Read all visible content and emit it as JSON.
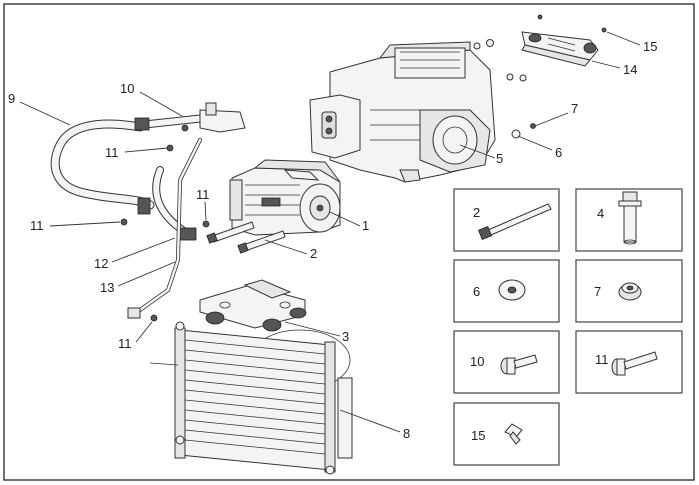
{
  "callouts": {
    "c1": "1",
    "c2": "2",
    "c3": "3",
    "c5": "5",
    "c6": "6",
    "c7": "7",
    "c8": "8",
    "c9": "9",
    "c10": "10",
    "c11a": "11",
    "c11b": "11",
    "c11c": "11",
    "c11d": "11",
    "c12": "12",
    "c13": "13",
    "c14": "14",
    "c15": "15"
  },
  "detail_boxes": {
    "b2": "2",
    "b4": "4",
    "b6": "6",
    "b7": "7",
    "b10": "10",
    "b11": "11",
    "b15": "15"
  }
}
